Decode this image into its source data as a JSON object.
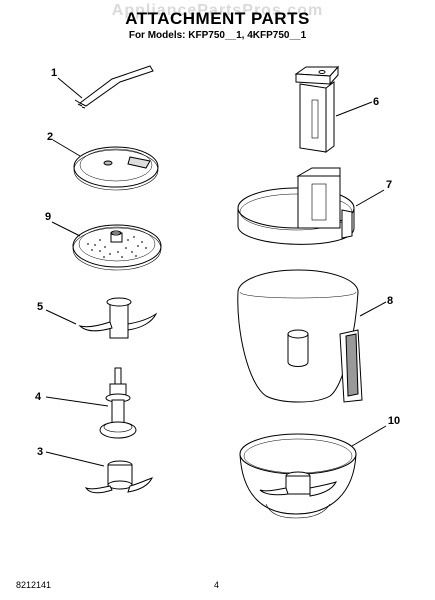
{
  "watermark": "AppliancePartsPros.com",
  "title": "ATTACHMENT PARTS",
  "subtitle": "For Models: KFP750__1, 4KFP750__1",
  "callouts": [
    "1",
    "2",
    "9",
    "5",
    "4",
    "3",
    "6",
    "7",
    "8",
    "10"
  ],
  "footer": {
    "doc_number": "8212141",
    "page_number": "4"
  },
  "parts": [
    {
      "callout": "1",
      "icon": "spatula-icon"
    },
    {
      "callout": "2",
      "icon": "slicing-disc-icon"
    },
    {
      "callout": "9",
      "icon": "shredding-disc-icon"
    },
    {
      "callout": "5",
      "icon": "dough-blade-icon"
    },
    {
      "callout": "4",
      "icon": "disc-adapter-icon"
    },
    {
      "callout": "3",
      "icon": "mini-blade-icon"
    },
    {
      "callout": "6",
      "icon": "food-pusher-icon"
    },
    {
      "callout": "7",
      "icon": "work-bowl-cover-icon"
    },
    {
      "callout": "8",
      "icon": "work-bowl-icon"
    },
    {
      "callout": "10",
      "icon": "mini-bowl-icon"
    }
  ]
}
